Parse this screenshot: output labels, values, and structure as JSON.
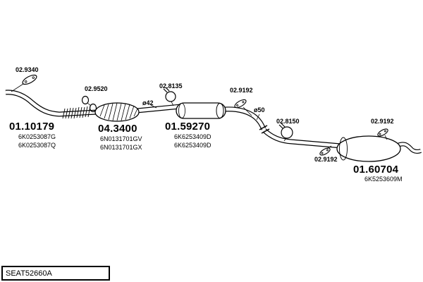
{
  "colors": {
    "line": "#000000",
    "background": "#ffffff",
    "text": "#000000"
  },
  "reference": {
    "code": "SEAT52660A"
  },
  "diagram": {
    "parts": [
      {
        "code": "01.10179",
        "subcodes": [
          "6K0253087G",
          "6K0253087Q"
        ]
      },
      {
        "code": "04.3400",
        "subcodes": [
          "6N0131701GV",
          "6N0131701GX"
        ]
      },
      {
        "code": "01.59270",
        "subcodes": [
          "6K6253409D",
          "6K6253409D"
        ]
      },
      {
        "code": "01.60704",
        "subcodes": [
          "6K5253609M"
        ]
      }
    ],
    "fittings": [
      {
        "code": "02.9340"
      },
      {
        "code": "02.9520"
      },
      {
        "code": "02.8135"
      },
      {
        "code": "02.9192"
      },
      {
        "code": "02.8150"
      },
      {
        "code": "02.9192"
      },
      {
        "code": "02.9192"
      }
    ],
    "annotations": {
      "pipe_diameter_mid": "ø42",
      "pipe_diameter_rear": "ø50"
    }
  }
}
